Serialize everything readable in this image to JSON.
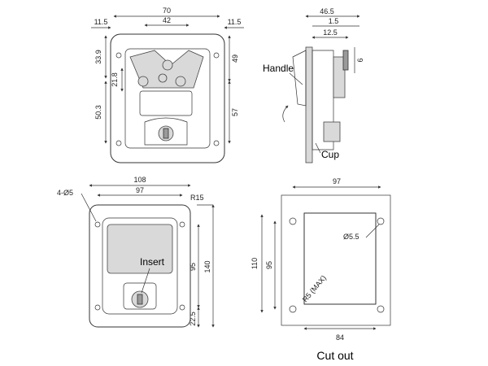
{
  "views": {
    "front": {
      "dims": {
        "total_width": "70",
        "inner_width": "42",
        "left_offset": "11.5",
        "right_offset": "11.5",
        "upper_height": "33.9",
        "handle_height": "21.8",
        "lower_height": "50.3",
        "right_upper": "49",
        "right_lower": "57"
      }
    },
    "side": {
      "dims": {
        "depth": "46.5",
        "flange": "1.5",
        "stud": "12.5",
        "diameter": "6"
      },
      "labels": {
        "handle": "Handle",
        "cup": "Cup"
      }
    },
    "rear": {
      "dims": {
        "width": "108",
        "inner_width": "97",
        "holes": "4-Ø5",
        "radius": "R15",
        "height": "140",
        "inner_height": "95",
        "bottom": "22.5"
      },
      "labels": {
        "insert": "Insert"
      }
    },
    "cutout": {
      "dims": {
        "width": "97",
        "hole": "Ø5.5",
        "height": "110",
        "inner_height": "95",
        "radius": "R5 (MAX)",
        "inner_width": "84"
      },
      "caption": "Cut out"
    }
  }
}
